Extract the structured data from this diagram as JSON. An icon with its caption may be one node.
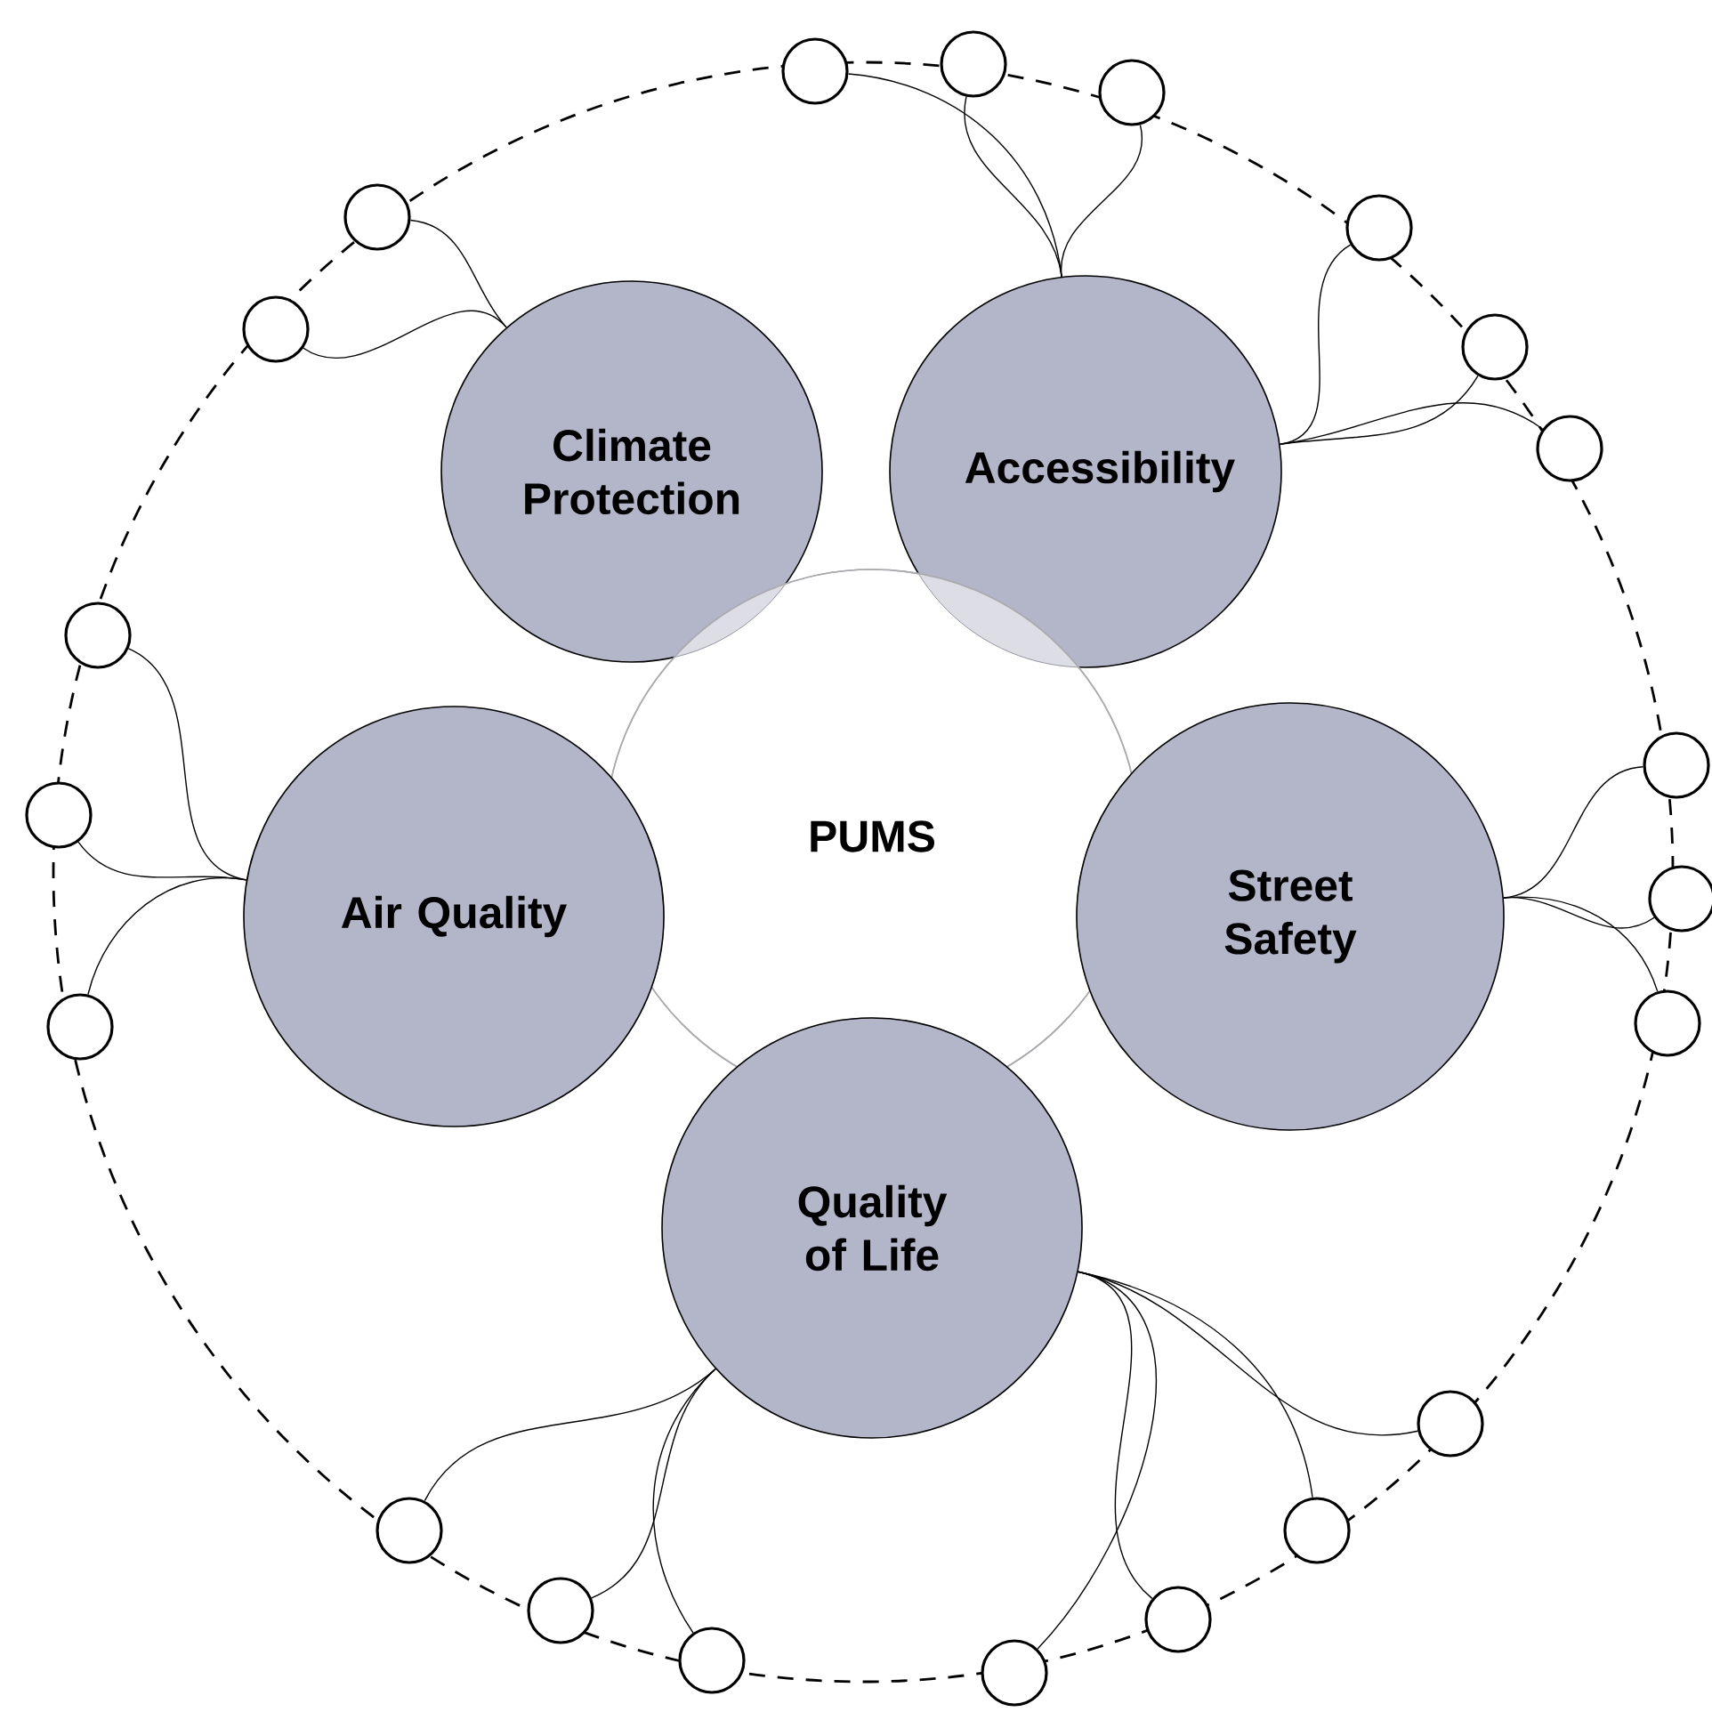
{
  "diagram": {
    "nodes": [
      {
        "text": [
          "Climate Protection"
        ]
      },
      {
        "text": [
          "Accessibility"
        ]
      },
      {
        "text": [
          "PUMS"
        ]
      },
      {
        "text": [
          "Air Quality"
        ]
      },
      {
        "text": [
          "Street Safety"
        ]
      },
      {
        "text": [
          "Quality of Life"
        ]
      },
      {
        "text": [],
        "shape": "circle"
      },
      {
        "text": [],
        "shape": "circle"
      },
      {
        "text": [],
        "shape": "circle"
      },
      {
        "text": [],
        "shape": "circle"
      },
      {
        "text": [],
        "shape": "circle"
      },
      {
        "text": [],
        "shape": "circle"
      },
      {
        "text": [],
        "shape": "circle"
      },
      {
        "text": [],
        "shape": "circle"
      },
      {
        "text": [],
        "shape": "circle"
      },
      {
        "text": [],
        "shape": "circle"
      },
      {
        "text": [],
        "shape": "circle"
      },
      {
        "text": [],
        "shape": "circle"
      },
      {
        "text": [],
        "shape": "circle"
      },
      {
        "text": [],
        "shape": "circle"
      },
      {
        "text": [],
        "shape": "circle"
      },
      {
        "text": [],
        "shape": "circle"
      },
      {
        "text": [],
        "shape": "circle"
      },
      {
        "text": [],
        "shape": "circle"
      },
      {
        "text": [],
        "shape": "circle"
      },
      {
        "text": [],
        "shape": "circle"
      },
      {
        "text": [],
        "shape": "circle"
      }
    ],
    "edges": [
      {
        "from": 6,
        "to": 1,
        "arrow": "none"
      },
      {
        "from": 7,
        "to": 1,
        "arrow": "none"
      },
      {
        "from": 8,
        "to": 1,
        "arrow": "none"
      },
      {
        "from": 9,
        "to": 1,
        "arrow": "none"
      },
      {
        "from": 10,
        "to": 1,
        "arrow": "none"
      },
      {
        "from": 11,
        "to": 1,
        "arrow": "none"
      },
      {
        "from": 12,
        "to": 0,
        "arrow": "none"
      },
      {
        "from": 13,
        "to": 0,
        "arrow": "none"
      },
      {
        "from": 14,
        "to": 3,
        "arrow": "none"
      },
      {
        "from": 15,
        "to": 3,
        "arrow": "none"
      },
      {
        "from": 16,
        "to": 3,
        "arrow": "none"
      },
      {
        "from": 17,
        "to": 4,
        "arrow": "none"
      },
      {
        "from": 18,
        "to": 4,
        "arrow": "none"
      },
      {
        "from": 19,
        "to": 4,
        "arrow": "none"
      },
      {
        "from": 20,
        "to": 5,
        "arrow": "none"
      },
      {
        "from": 21,
        "to": 5,
        "arrow": "none"
      },
      {
        "from": 22,
        "to": 5,
        "arrow": "none"
      },
      {
        "from": 23,
        "to": 5,
        "arrow": "none"
      },
      {
        "from": 24,
        "to": 5,
        "arrow": "none"
      },
      {
        "from": 25,
        "to": 5,
        "arrow": "none"
      },
      {
        "from": 26,
        "to": 5,
        "arrow": "none"
      }
    ]
  }
}
